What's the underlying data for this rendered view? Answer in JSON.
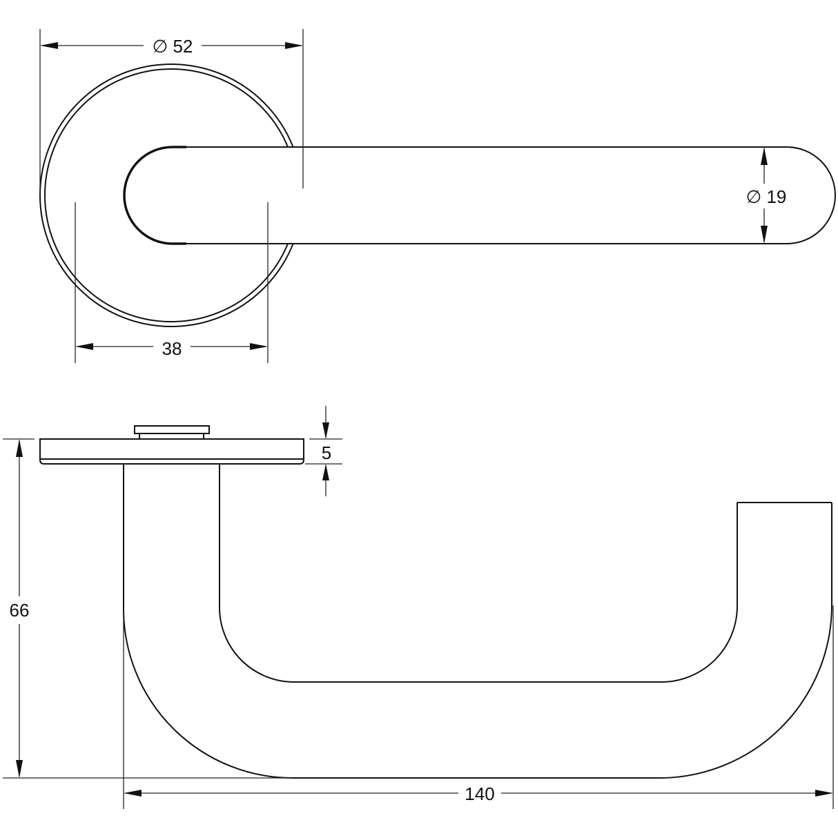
{
  "drawing": {
    "subject": "Lever door handle on round rose",
    "views": [
      "front-view",
      "side-view"
    ],
    "line_color": "#111111",
    "background": "#ffffff"
  },
  "dimensions": {
    "rose_diameter": {
      "label": "∅ 52",
      "symbol": "∅",
      "value": "52"
    },
    "fixing_centres": {
      "label": "38",
      "value": "38"
    },
    "lever_diameter": {
      "label": "∅ 19",
      "symbol": "∅",
      "value": "19"
    },
    "rose_thickness": {
      "label": "5",
      "value": "5"
    },
    "projection": {
      "label": "66",
      "value": "66"
    },
    "lever_length": {
      "label": "140",
      "value": "140"
    }
  }
}
